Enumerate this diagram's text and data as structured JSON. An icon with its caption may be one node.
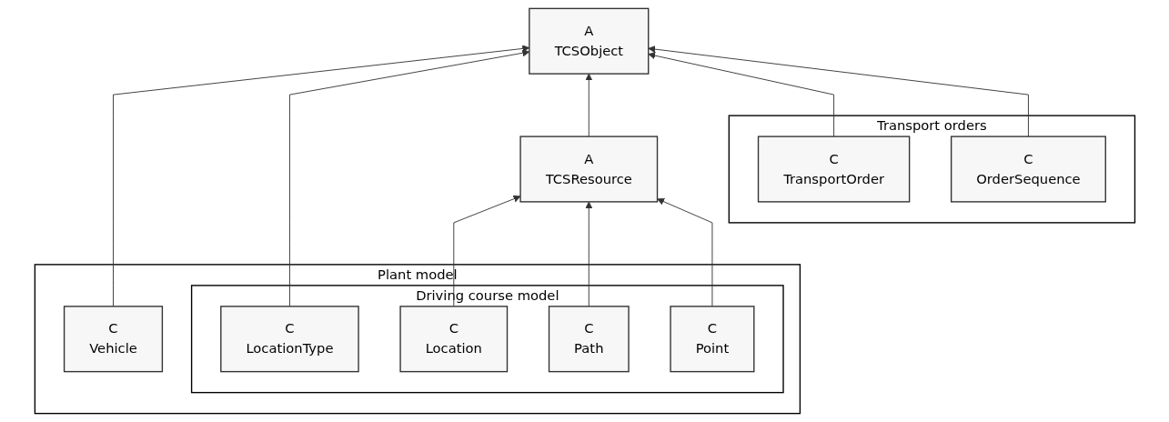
{
  "diagram": {
    "nodes": [
      {
        "text": [
          "A",
          "TCSObject"
        ]
      },
      {
        "text": [
          "A",
          "TCSResource"
        ]
      },
      {
        "text": [
          "Plant model"
        ]
      },
      {
        "text": [
          "C",
          "Vehicle"
        ],
        "in": 2
      },
      {
        "text": [
          "Driving course model"
        ],
        "in": 2
      },
      {
        "text": [
          "C",
          "LocationType"
        ],
        "in": 4
      },
      {
        "text": [
          "C",
          "Location"
        ],
        "in": 4
      },
      {
        "text": [
          "C",
          "Path"
        ],
        "in": 4
      },
      {
        "text": [
          "C",
          "Point"
        ],
        "in": 4
      },
      {
        "text": [
          "Transport orders"
        ]
      },
      {
        "text": [
          "C",
          "TransportOrder"
        ],
        "in": 9
      },
      {
        "text": [
          "C",
          "OrderSequence"
        ],
        "in": 9
      }
    ],
    "edges": [
      {
        "from": 3,
        "to": 0,
        "arrow": "to"
      },
      {
        "from": 5,
        "to": 0,
        "arrow": "to"
      },
      {
        "from": 1,
        "to": 0,
        "arrow": "to"
      },
      {
        "from": 10,
        "to": 0,
        "arrow": "to"
      },
      {
        "from": 11,
        "to": 0,
        "arrow": "to"
      },
      {
        "from": 6,
        "to": 1,
        "arrow": "to"
      },
      {
        "from": 7,
        "to": 1,
        "arrow": "to"
      },
      {
        "from": 8,
        "to": 1,
        "arrow": "to"
      }
    ]
  }
}
